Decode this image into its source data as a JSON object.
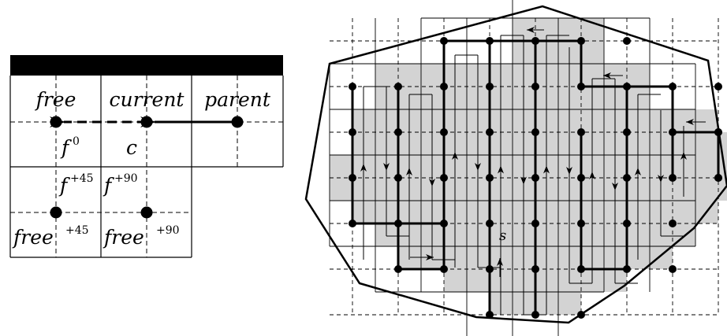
{
  "left_panel": {
    "cells": {
      "free": "free",
      "current": "current",
      "parent": "parent",
      "f0_base": "f",
      "f0_sup": "0",
      "c": "c",
      "f45_base": "f",
      "f45_sup": "+45",
      "f90_base": "f",
      "f90_sup": "+90",
      "free45_base": "free",
      "free45_sup": "+45",
      "free90_base": "free",
      "free90_sup": "+90"
    }
  },
  "right_panel": {
    "start_label": "s"
  },
  "colors": {
    "ink": "#000000",
    "shade": "#d3d3d3",
    "background": "#ffffff"
  }
}
